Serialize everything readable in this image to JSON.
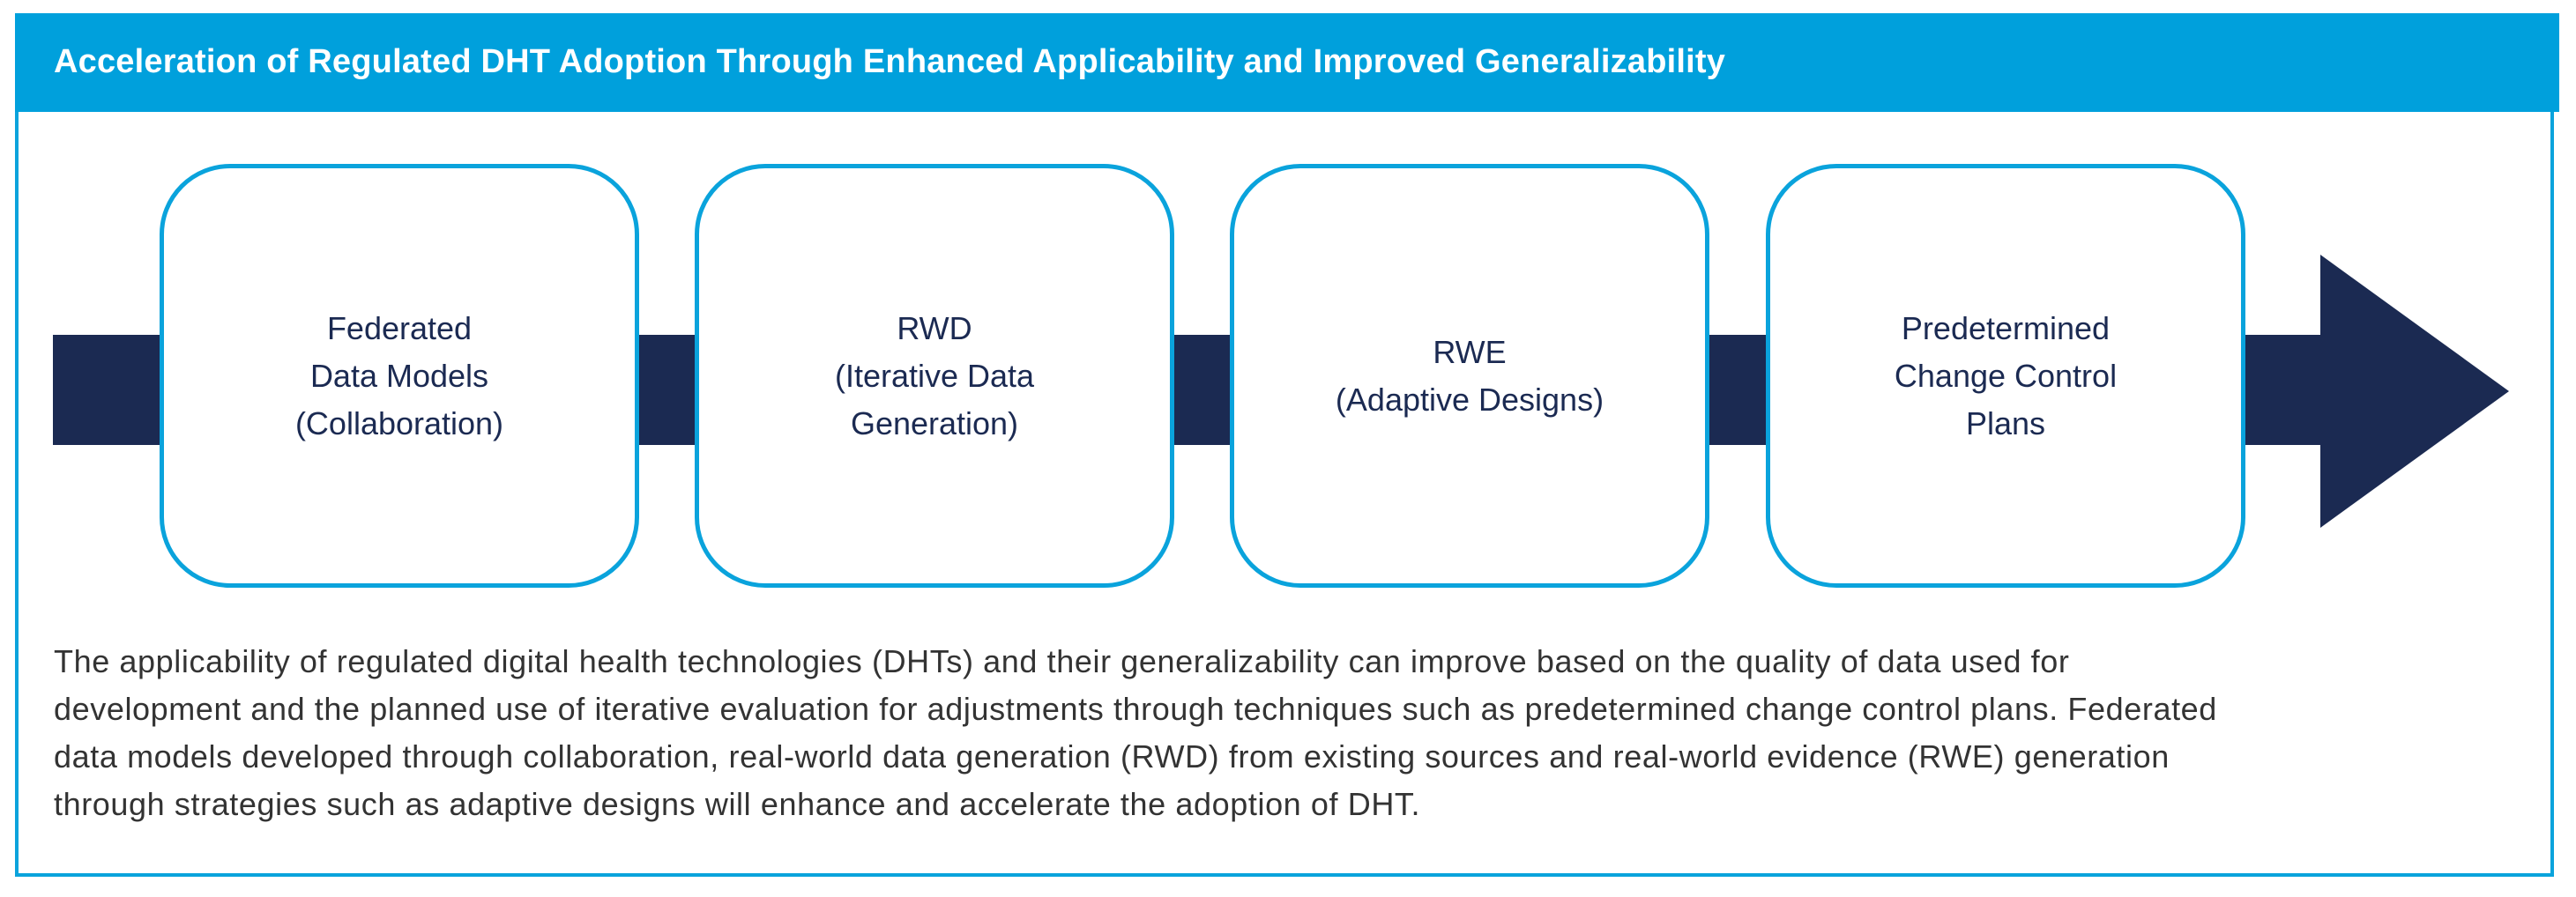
{
  "title": "Acceleration of Regulated DHT Adoption Through Enhanced Applicability and Improved Generalizability",
  "steps": [
    {
      "lines": [
        "Federated",
        "Data Models",
        "(Collaboration)"
      ]
    },
    {
      "lines": [
        "RWD",
        "(Iterative Data",
        "Generation)"
      ]
    },
    {
      "lines": [
        "RWE",
        "(Adaptive Designs)"
      ]
    },
    {
      "lines": [
        "Predetermined",
        "Change Control",
        "Plans"
      ]
    }
  ],
  "description": [
    "The applicability of regulated digital health technologies (DHTs) and their generalizability can improve based on the quality of data used for",
    "development and the planned use of iterative evaluation for adjustments through techniques such as predetermined change control plans. Federated",
    "data models developed through collaboration, real-world data generation (RWD) from existing sources and real-world evidence (RWE) generation",
    "through strategies such as adaptive designs will enhance and accelerate the adoption of DHT."
  ],
  "colors": {
    "header": "#00a0dc",
    "border": "#0aa3dc",
    "arrow": "#1b2a52",
    "step_text": "#1b2a52",
    "body_text": "#333333"
  }
}
